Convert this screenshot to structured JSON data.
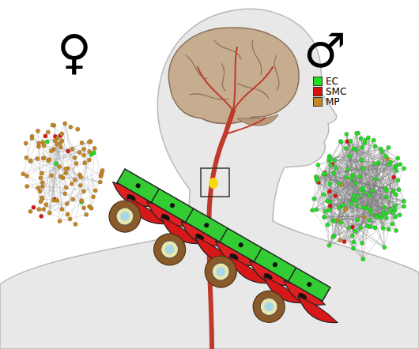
{
  "diagram": {
    "labels": [
      "♀",
      "♂"
    ],
    "legend": [
      {
        "text": "EC",
        "color": "#1fe01f"
      },
      {
        "text": "SMC",
        "color": "#e01010"
      },
      {
        "text": "MP",
        "color": "#c8861e"
      }
    ]
  }
}
